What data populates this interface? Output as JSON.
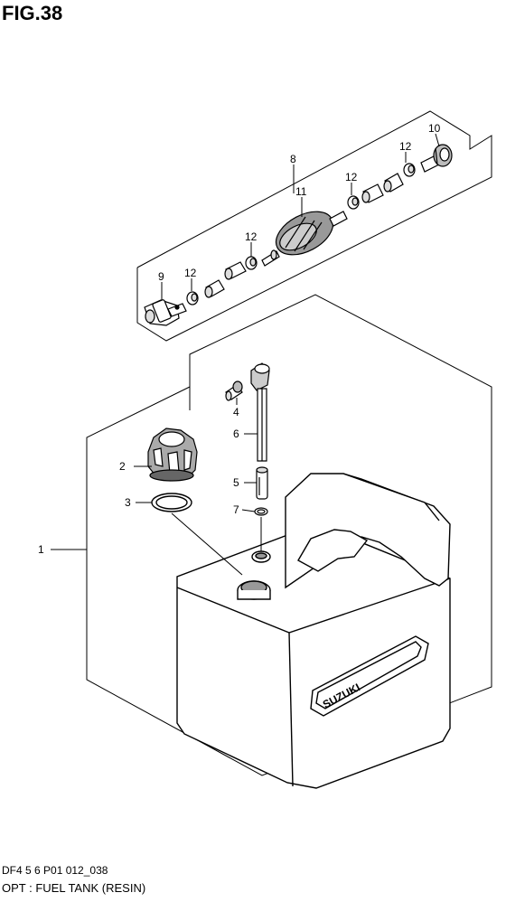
{
  "figure": {
    "title": "FIG.38",
    "code": "DF4 5 6 P01 012_038",
    "caption": "OPT : FUEL TANK (RESIN)"
  },
  "parts": {
    "p1": "1",
    "p2": "2",
    "p3": "3",
    "p4": "4",
    "p5": "5",
    "p6": "6",
    "p7": "7",
    "p8": "8",
    "p9": "9",
    "p10": "10",
    "p11": "11",
    "p12a": "12",
    "p12b": "12",
    "p12c": "12",
    "p12d": "12"
  },
  "tank_brand": "SUZUKI"
}
